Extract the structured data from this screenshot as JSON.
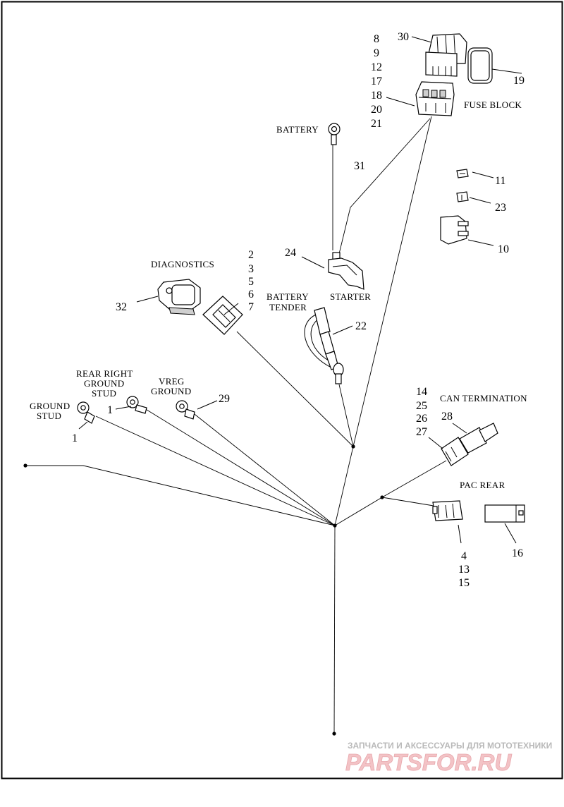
{
  "diagram": {
    "labels": {
      "fuse_block": "FUSE BLOCK",
      "battery": "BATTERY",
      "starter": "STARTER",
      "diagnostics": "DIAGNOSTICS",
      "battery_tender_1": "BATTERY",
      "battery_tender_2": "TENDER",
      "rear_right_ground_1": "REAR RIGHT",
      "rear_right_ground_2": "GROUND",
      "rear_right_ground_3": "STUD",
      "vreg_ground_1": "VREG",
      "vreg_ground_2": "GROUND",
      "ground_stud_1": "GROUND",
      "ground_stud_2": "STUD",
      "can_termination": "CAN TERMINATION",
      "pac_rear": "PAC REAR"
    },
    "callouts": {
      "n30": "30",
      "n8": "8",
      "n9": "9",
      "n12": "12",
      "n17": "17",
      "n18": "18",
      "n20": "20",
      "n21": "21",
      "n19": "19",
      "n31": "31",
      "n11": "11",
      "n23": "23",
      "n10": "10",
      "n24": "24",
      "n2": "2",
      "n3": "3",
      "n5": "5",
      "n6": "6",
      "n7": "7",
      "n32": "32",
      "n22": "22",
      "n1a": "1",
      "n1b": "1",
      "n29": "29",
      "n14": "14",
      "n25": "25",
      "n26": "26",
      "n27": "27",
      "n28": "28",
      "n4": "4",
      "n13": "13",
      "n15": "15",
      "n16": "16"
    }
  },
  "watermark": {
    "tagline": "ЗАПЧАСТИ И АКСЕССУАРЫ ДЛЯ МОТОТЕХНИКИ",
    "brand": "PARTSFOR.RU"
  }
}
